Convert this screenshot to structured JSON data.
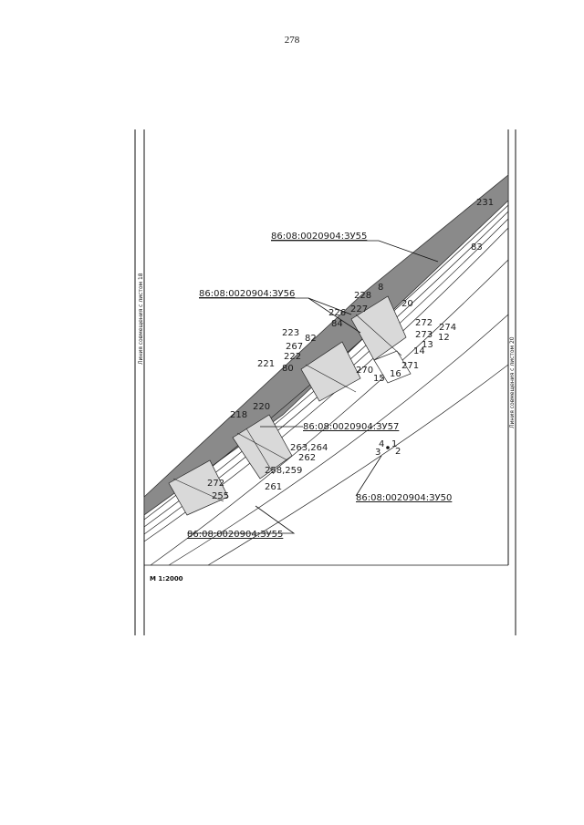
{
  "page": {
    "number": "278"
  },
  "drawing": {
    "match_line_left": "Линия совмещения с листом 18",
    "match_line_right": "Линия совмещения с листом 20",
    "scale": "М 1:2000",
    "parcels": {
      "p55_top": "86:08:0020904:ЗУ55",
      "p56": "86:08:0020904:ЗУ56",
      "p57": "86:08:0020904:ЗУ57",
      "p50": "86:08:0020904:ЗУ50",
      "p55_bottom": "86:08:0020904:ЗУ55"
    },
    "points": {
      "p231": "231",
      "p83": "83",
      "p228": "228",
      "p8": "8",
      "p227": "227",
      "p226": "226",
      "p84": "84",
      "p20": "20",
      "p272": "272",
      "p274": "274",
      "p273": "273",
      "p12": "12",
      "p223": "223",
      "p82": "82",
      "p13": "13",
      "p267": "267",
      "p14": "14",
      "p222": "222",
      "p221": "221",
      "p80": "80",
      "p270": "270",
      "p271": "271",
      "p15": "15",
      "p16": "16",
      "p218": "218",
      "p220": "220",
      "p263": "263,264",
      "p262": "262",
      "p4": "4",
      "p1": "1",
      "p3": "3",
      "p2": "2",
      "p258": "258,259",
      "p261": "261",
      "p272b": "272",
      "p255": "255"
    }
  }
}
